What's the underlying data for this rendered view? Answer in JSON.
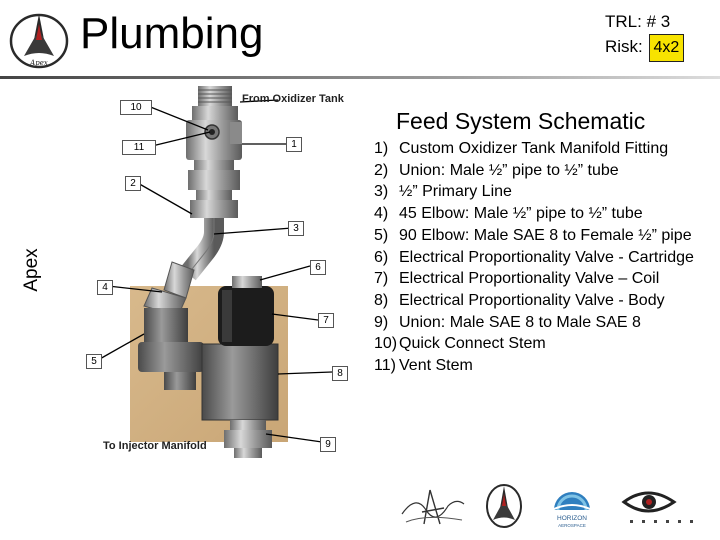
{
  "header": {
    "title": "Plumbing",
    "trl_label": "TRL:",
    "trl_value": "# 3",
    "risk_label": "Risk:",
    "risk_value": "4x2"
  },
  "side_label": "Apex",
  "logos": {
    "team_logo_text": "Apex"
  },
  "diagram": {
    "top_label": "From Oxidizer Tank",
    "bottom_label": "To Injector Manifold",
    "callouts": [
      "10",
      "11",
      "1",
      "2",
      "3",
      "6",
      "4",
      "7",
      "5",
      "8",
      "9"
    ]
  },
  "schematic": {
    "title": "Feed System Schematic",
    "items": [
      {
        "num": "1)",
        "text": "Custom Oxidizer Tank Manifold Fitting"
      },
      {
        "num": "2)",
        "text": "Union: Male ½” pipe to ½” tube"
      },
      {
        "num": "3)",
        "text": "½” Primary Line"
      },
      {
        "num": "4)",
        "text": "45 Elbow: Male ½” pipe to ½” tube"
      },
      {
        "num": "5)",
        "text": "90 Elbow: Male SAE 8 to Female ½” pipe"
      },
      {
        "num": "6)",
        "text": "Electrical Proportionality Valve - Cartridge"
      },
      {
        "num": "7)",
        "text": "Electrical Proportionality Valve – Coil"
      },
      {
        "num": "8)",
        "text": "Electrical Proportionality Valve - Body"
      },
      {
        "num": "9)",
        "text": "Union: Male SAE 8 to Male SAE 8"
      },
      {
        "num": "10)",
        "text": "Quick Connect Stem"
      },
      {
        "num": "11)",
        "text": "Vent Stem"
      }
    ]
  },
  "footer": {
    "horizon_logo_text": "HORIZON",
    "horizon_logo_subtext": "AEROSPACE"
  }
}
